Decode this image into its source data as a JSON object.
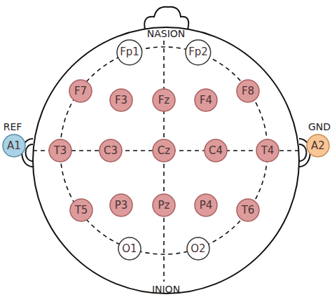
{
  "diagram": {
    "nodes": [
      {
        "text": [
          "Fp1"
        ]
      },
      {
        "text": [
          "Fp2"
        ]
      },
      {
        "text": [
          "F7"
        ]
      },
      {
        "text": [
          "F3"
        ]
      },
      {
        "text": [
          "Fz"
        ]
      },
      {
        "text": [
          "F4"
        ]
      },
      {
        "text": [
          "F8"
        ]
      },
      {
        "text": [
          "A1"
        ]
      },
      {
        "text": [
          "T3"
        ]
      },
      {
        "text": [
          "C3"
        ]
      },
      {
        "text": [
          "Cz"
        ]
      },
      {
        "text": [
          "C4"
        ]
      },
      {
        "text": [
          "T4"
        ]
      },
      {
        "text": [
          "A2"
        ]
      },
      {
        "text": [
          "T5"
        ]
      },
      {
        "text": [
          "P3"
        ]
      },
      {
        "text": [
          "Pz"
        ]
      },
      {
        "text": [
          "P4"
        ]
      },
      {
        "text": [
          "T6"
        ]
      },
      {
        "text": [
          "O1"
        ]
      },
      {
        "text": [
          "O2"
        ]
      }
    ],
    "labels": [
      "NASION",
      "REF",
      "GND",
      "INION"
    ]
  }
}
